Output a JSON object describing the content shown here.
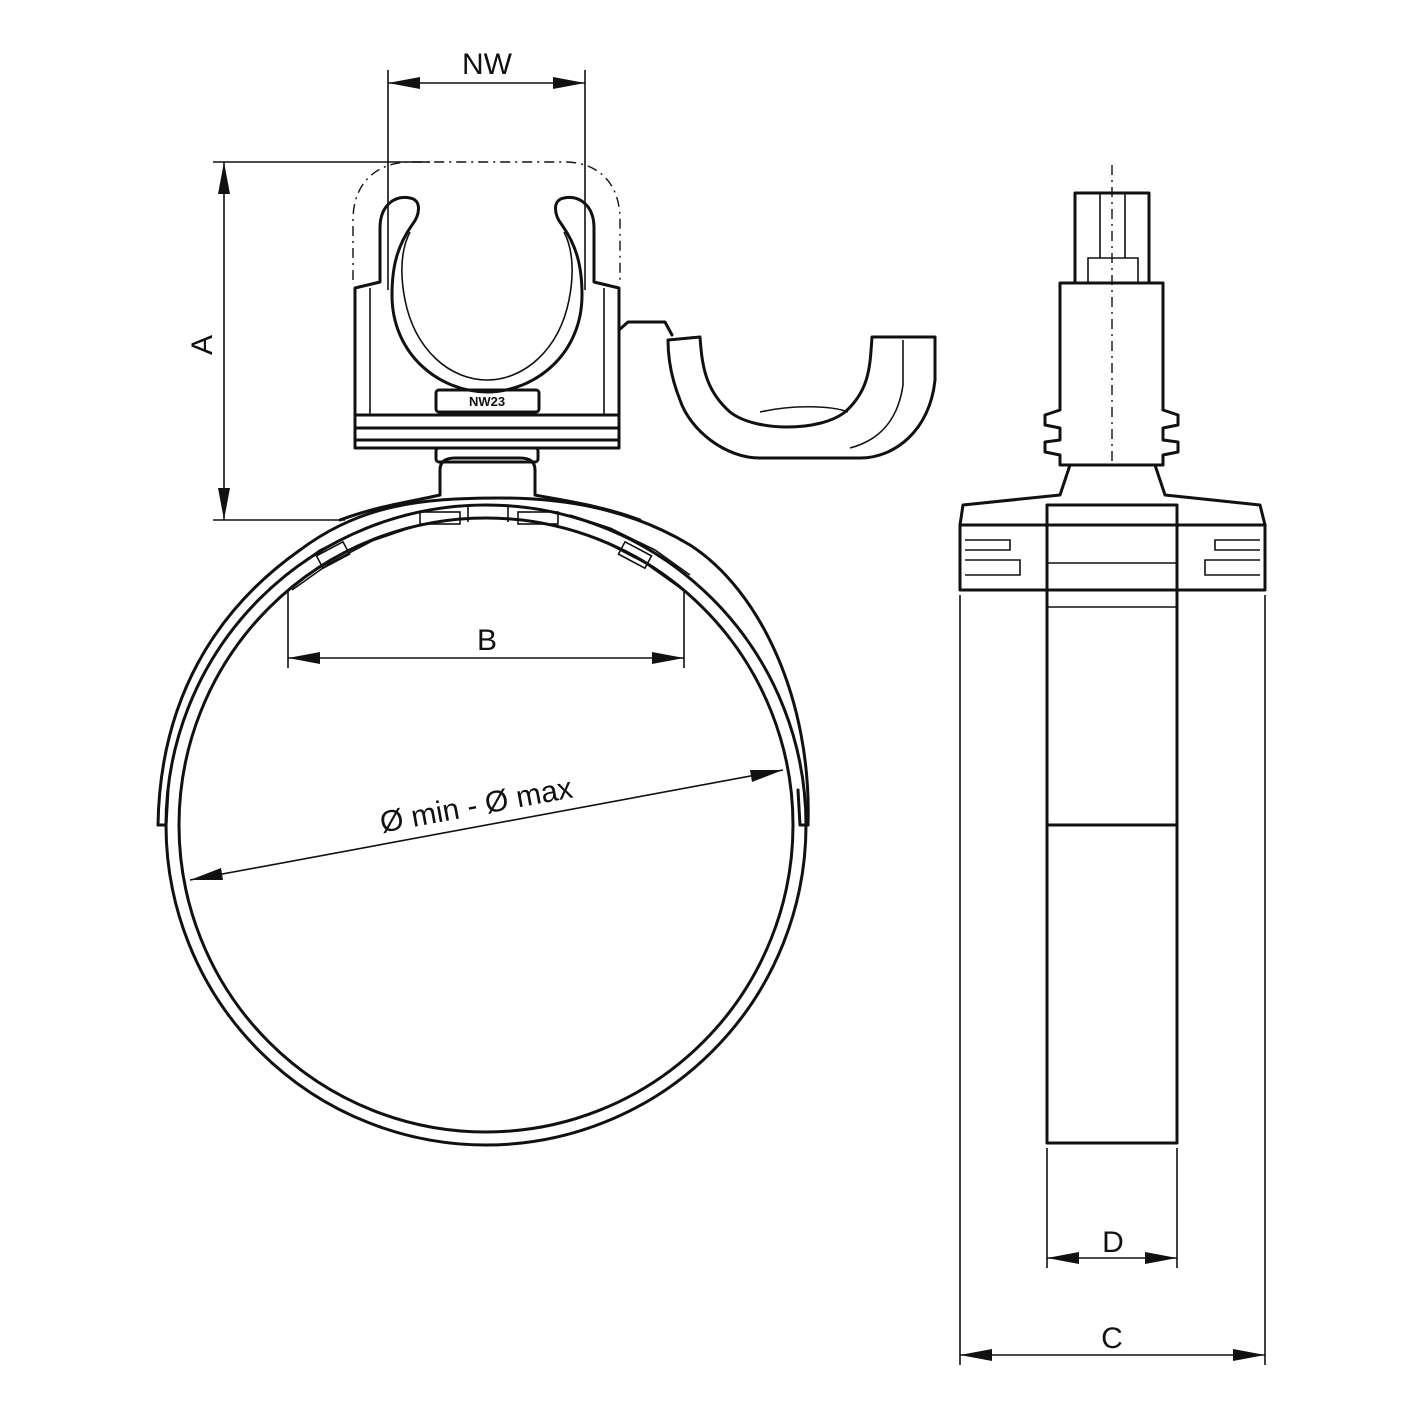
{
  "labels": {
    "nw": "NW",
    "a": "A",
    "b": "B",
    "diameter": "Ø min - Ø max",
    "c": "C",
    "d": "D"
  },
  "plate_text": "NW23",
  "colors": {
    "line": "#111111",
    "background": "#ffffff"
  }
}
